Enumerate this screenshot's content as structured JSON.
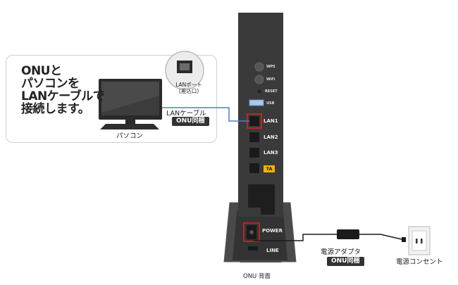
{
  "instruction_text": "ONUと\nパソコンを\nLANケーブルで\n接続します。",
  "labels": {
    "pc": "パソコン",
    "lan_port": "LANポート\n(差込口)",
    "lan_cable": "LANケーブル",
    "lan_cable_badge": "ONU同梱",
    "power_adapter": "電源アダプタ",
    "power_adapter_badge": "ONU同梱",
    "outlet": "電源コンセント",
    "onu_back": "ONU 背面"
  },
  "onu": {
    "buttons": [
      "WPS",
      "WiFi",
      "RESET"
    ],
    "usb": "USB",
    "ports": [
      "LAN1",
      "LAN2",
      "LAN3",
      "TA"
    ],
    "power": "POWER",
    "line": "LINE"
  },
  "colors": {
    "cable_blue": "#4a7fc8",
    "highlight_red": "#e0221f",
    "onu_body": "#3a3a3a",
    "ta_yellow": "#f5b400"
  }
}
